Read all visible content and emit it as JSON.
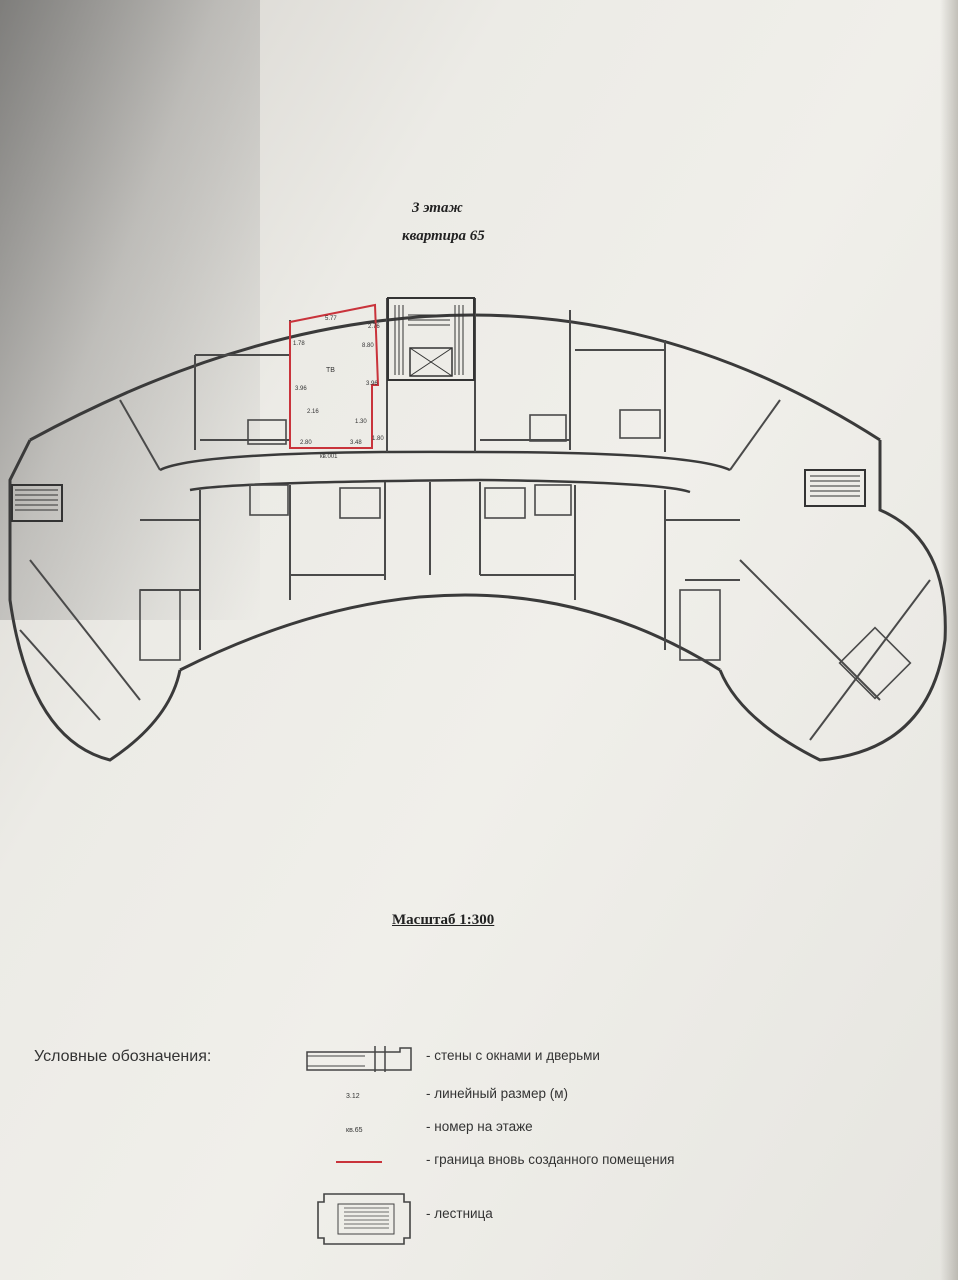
{
  "header": {
    "floor": "3 этаж",
    "apartment": "квартира 65"
  },
  "plan": {
    "room_label": "ТВ",
    "dimensions": [
      "5.77",
      "2.76",
      "1.78",
      "3.96",
      "3.96",
      "8.80",
      "2.16",
      "1.30",
      "2.80",
      "3.48",
      "1.80"
    ],
    "unit_number": "кв.001"
  },
  "scale": "Масштаб 1:300",
  "legend": {
    "heading": "Условные обозначения:",
    "symbol_dimension": "3.12",
    "symbol_number": "кв.65",
    "items": [
      "- стены с окнами и дверьми",
      "- линейный размер (м)",
      "- номер на этаже",
      "- граница вновь созданного помещения",
      "- лестница"
    ]
  },
  "colors": {
    "wall": "#3a3a3a",
    "boundary": "#c9333b",
    "paper": "#eeede8"
  }
}
